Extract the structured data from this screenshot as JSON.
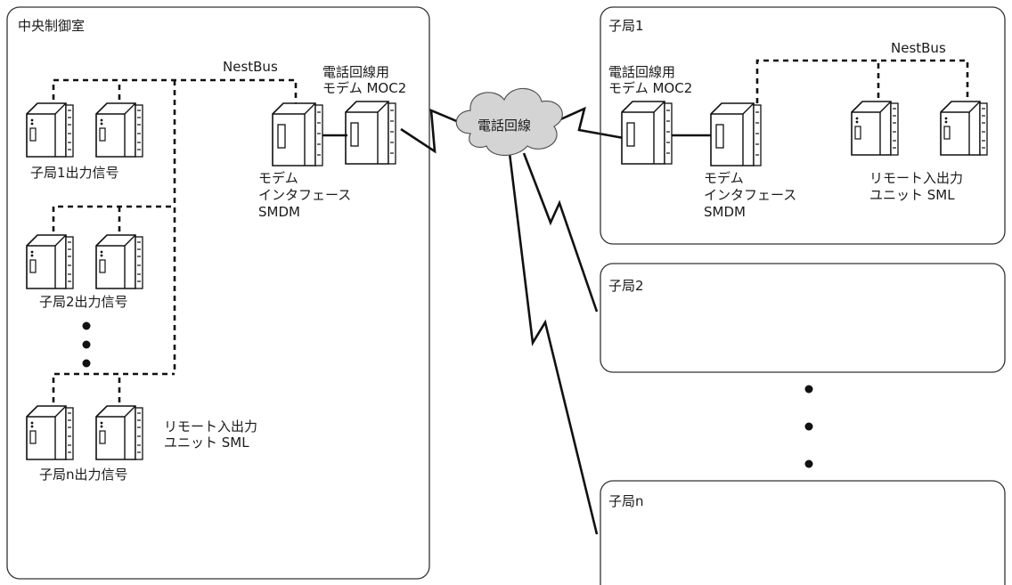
{
  "central": {
    "title": "中央制御室",
    "bus_label": "NestBus",
    "modem_label": [
      "電話回線用",
      "モデム MOC2"
    ],
    "interface_label": [
      "モデム",
      "インタフェース",
      "SMDM"
    ],
    "groups": [
      {
        "label": "子局1出力信号"
      },
      {
        "label": "子局2出力信号"
      },
      {
        "label": "子局n出力信号"
      }
    ],
    "sml_label": [
      "リモート入出力",
      "ユニット SML"
    ]
  },
  "cloud": {
    "label": "電話回線"
  },
  "stations": [
    {
      "title": "子局1",
      "bus_label": "NestBus",
      "modem_label": [
        "電話回線用",
        "モデム MOC2"
      ],
      "interface_label": [
        "モデム",
        "インタフェース",
        "SMDM"
      ],
      "sml_label": [
        "リモート入出力",
        "ユニット SML"
      ]
    },
    {
      "title": "子局2"
    },
    {
      "title": "子局n"
    }
  ],
  "colors": {
    "line": "#111111",
    "cloud_fill": "#d4d4d4",
    "frame": "#333333"
  }
}
